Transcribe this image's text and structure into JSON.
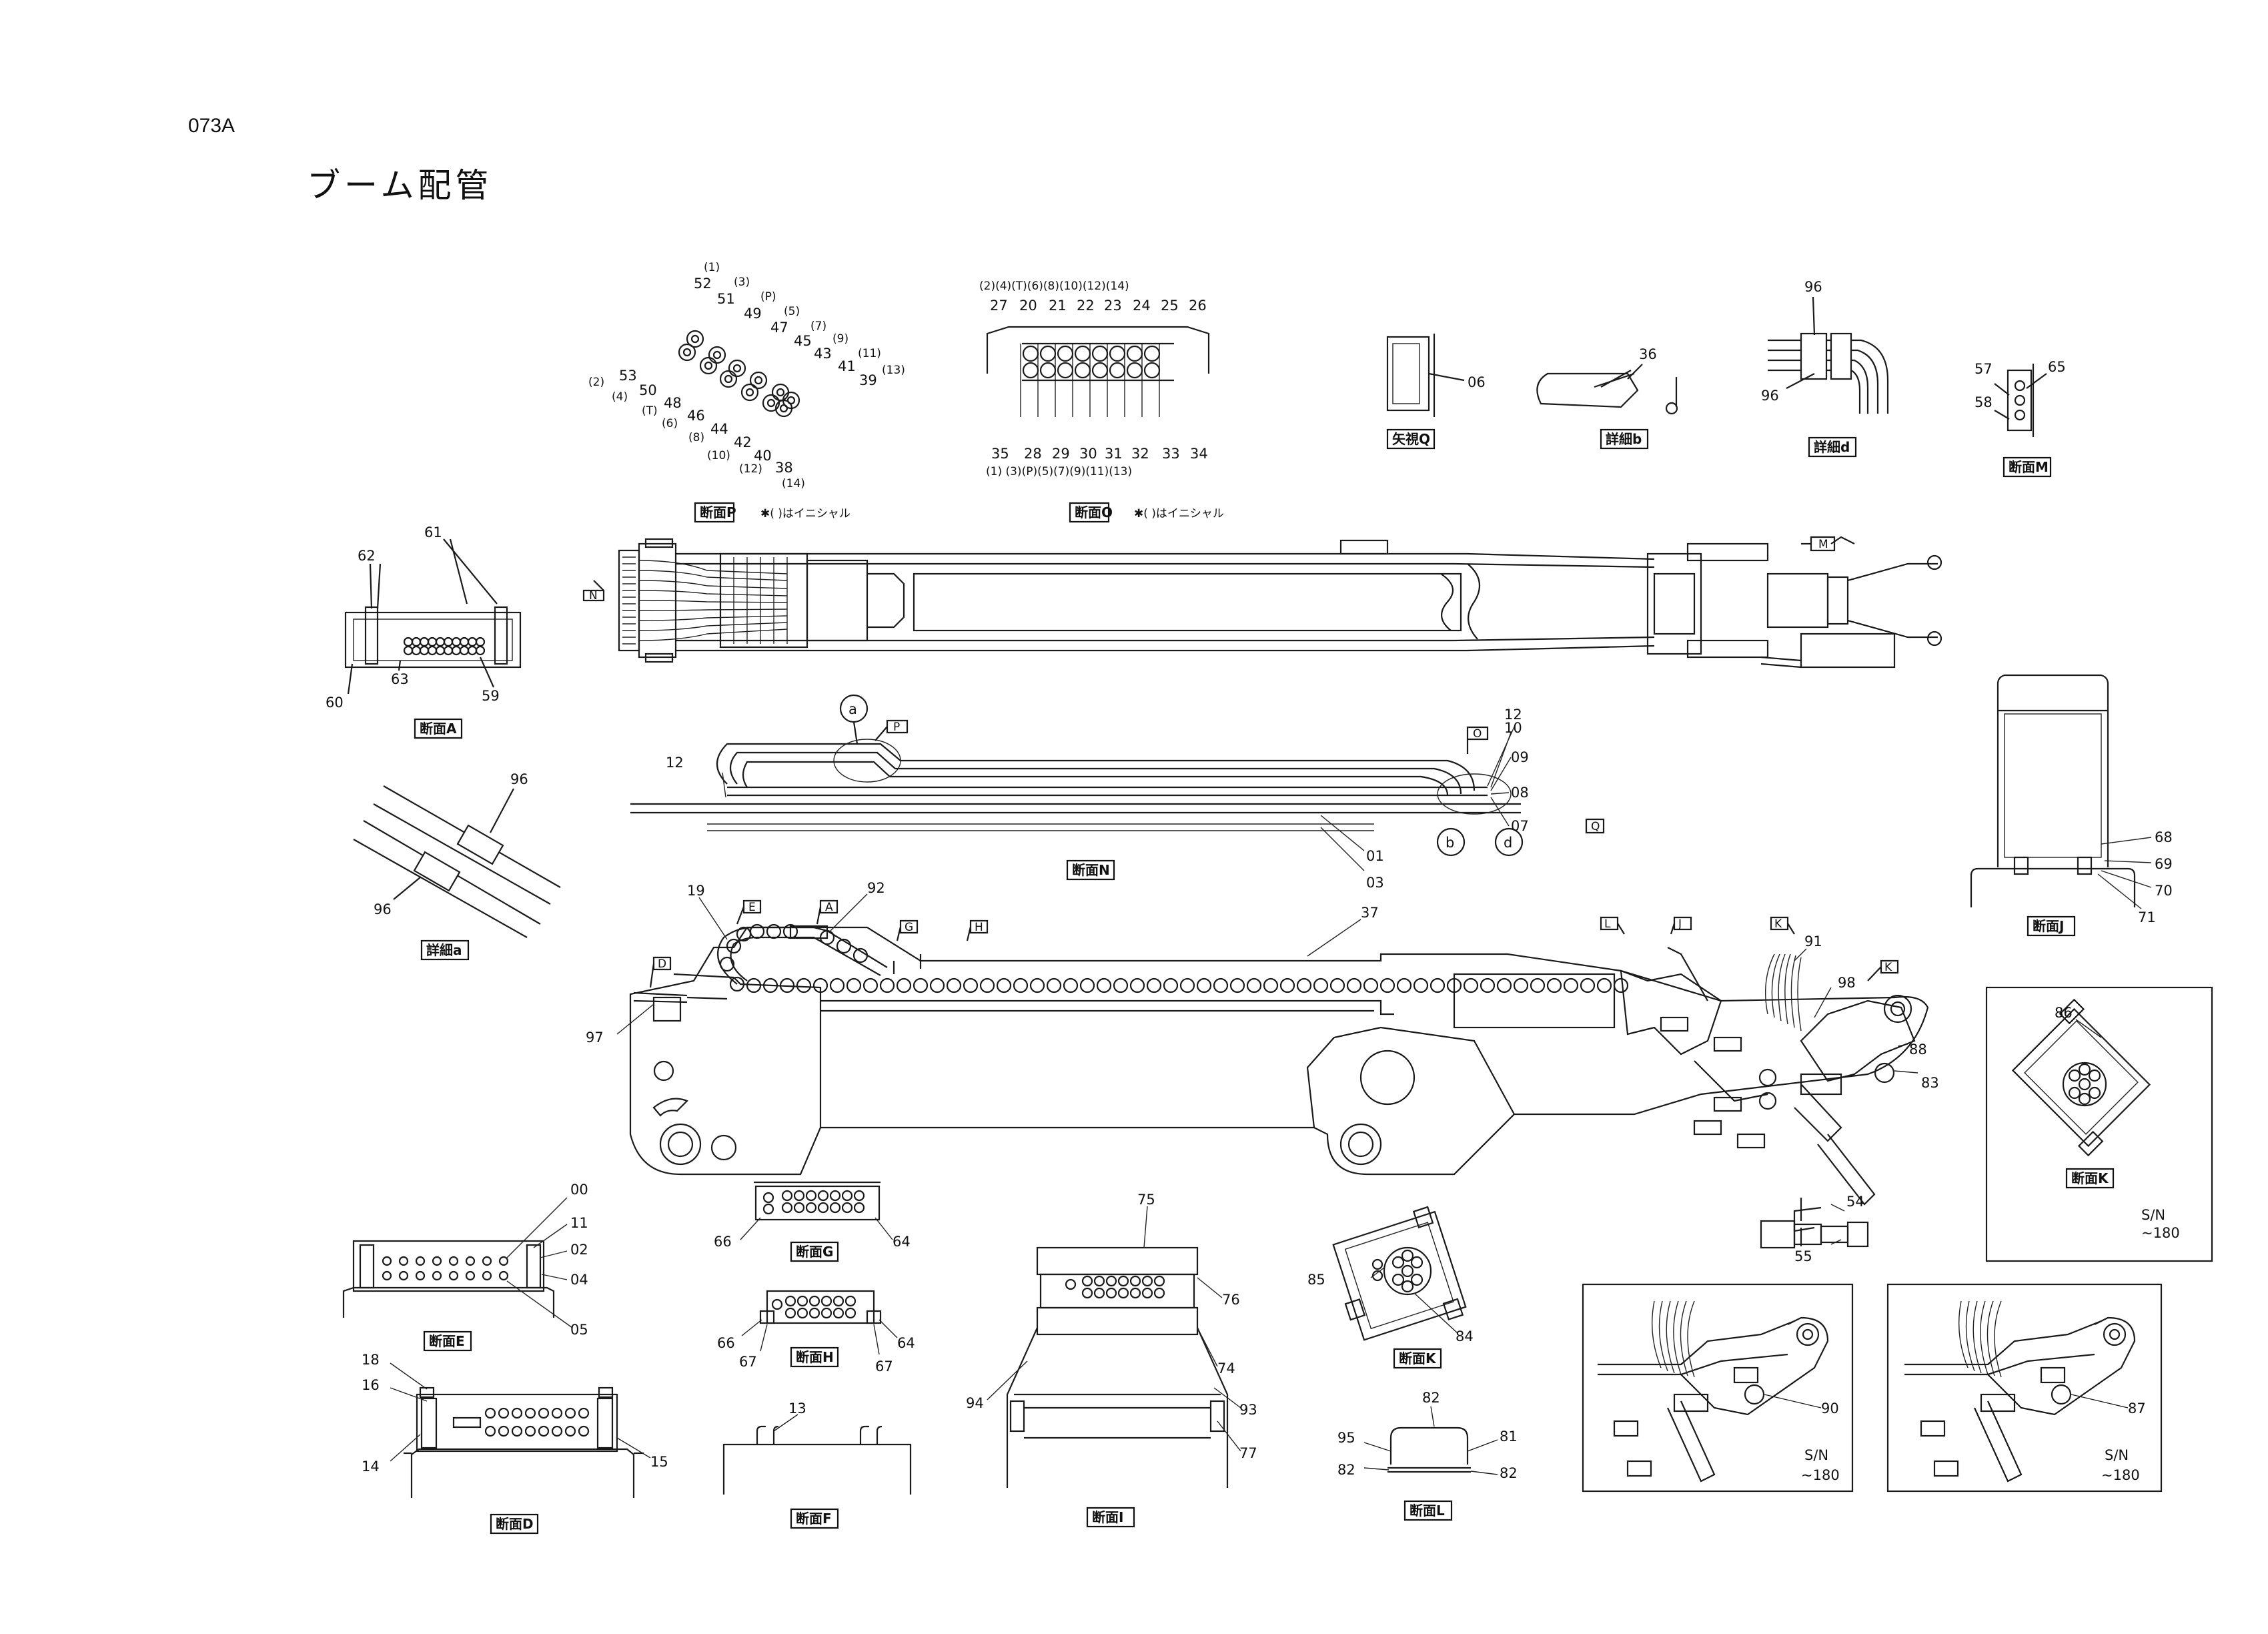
{
  "page_code": "073A",
  "title": "ブーム配管",
  "section_P": {
    "caption": "断面P",
    "note": "✱(  )はイニシャル",
    "labels": [
      "52",
      "51",
      "49",
      "47",
      "45",
      "43",
      "41",
      "39",
      "53",
      "50",
      "48",
      "46",
      "44",
      "42",
      "40",
      "38"
    ],
    "initials": [
      "(1)",
      "(3)",
      "(P)",
      "(5)",
      "(7)",
      "(9)",
      "(11)",
      "(13)",
      "(2)",
      "(4)",
      "(T)",
      "(6)",
      "(8)",
      "(10)",
      "(12)",
      "(14)"
    ]
  },
  "section_O": {
    "caption": "断面O",
    "note": "✱(  )はイニシャル",
    "top_initials": "(2)(4)(T)(6)(8)(10)(12)(14)",
    "top_labels": [
      "27",
      "20",
      "21",
      "22",
      "23",
      "24",
      "25",
      "26"
    ],
    "bottom_labels": [
      "35",
      "28",
      "29",
      "30",
      "31",
      "32",
      "33",
      "34"
    ],
    "bottom_initials": "(1) (3)(P)(5)(7)(9)(11)(13)"
  },
  "arrow_Q": {
    "caption": "矢視Q",
    "labels": [
      "06"
    ]
  },
  "detail_b": {
    "caption": "詳細b",
    "labels": [
      "36"
    ]
  },
  "detail_d": {
    "caption": "詳細d",
    "labels": [
      "96",
      "96"
    ]
  },
  "section_M": {
    "caption": "断面M",
    "labels": [
      "57",
      "58",
      "65"
    ]
  },
  "section_A": {
    "caption": "断面A",
    "labels": [
      "62",
      "61",
      "60",
      "63",
      "59"
    ]
  },
  "detail_a": {
    "caption": "詳細a",
    "labels": [
      "96",
      "96"
    ]
  },
  "section_N": {
    "caption": "断面N",
    "labels": [
      "12",
      "12",
      "10",
      "09",
      "08",
      "07",
      "01",
      "03"
    ]
  },
  "section_J": {
    "caption": "断面J",
    "labels": [
      "68",
      "69",
      "70",
      "71"
    ]
  },
  "main_view": {
    "labels": [
      "19",
      "92",
      "37",
      "97",
      "91",
      "98",
      "88",
      "83",
      "54",
      "55"
    ]
  },
  "section_K_inset": {
    "caption": "断面K",
    "labels": [
      "86"
    ],
    "sn": "S/N",
    "sn_range": "~180"
  },
  "section_E": {
    "caption": "断面E",
    "labels": [
      "00",
      "11",
      "02",
      "04",
      "05"
    ]
  },
  "section_G": {
    "caption": "断面G",
    "labels": [
      "66",
      "64"
    ]
  },
  "section_H": {
    "caption": "断面H",
    "labels": [
      "66",
      "67",
      "67",
      "64"
    ]
  },
  "section_D": {
    "caption": "断面D",
    "labels": [
      "18",
      "16",
      "14",
      "15"
    ]
  },
  "section_F": {
    "caption": "断面F",
    "labels": [
      "13"
    ]
  },
  "section_I": {
    "caption": "断面I",
    "labels": [
      "75",
      "76",
      "74",
      "94",
      "93",
      "77"
    ]
  },
  "section_K": {
    "caption": "断面K",
    "labels": [
      "85",
      "84"
    ]
  },
  "section_L": {
    "caption": "断面L",
    "labels": [
      "82",
      "95",
      "81",
      "82",
      "82"
    ]
  },
  "inset_90": {
    "labels": [
      "90"
    ],
    "sn": "S/N",
    "sn_range": "~180"
  },
  "inset_87": {
    "labels": [
      "87"
    ],
    "sn": "S/N",
    "sn_range": "~180"
  },
  "view_marks": [
    "N",
    "P",
    "O",
    "Q",
    "E",
    "A",
    "G",
    "H",
    "D",
    "L",
    "J",
    "K",
    "M"
  ],
  "detail_marks": [
    "a",
    "b",
    "d"
  ]
}
